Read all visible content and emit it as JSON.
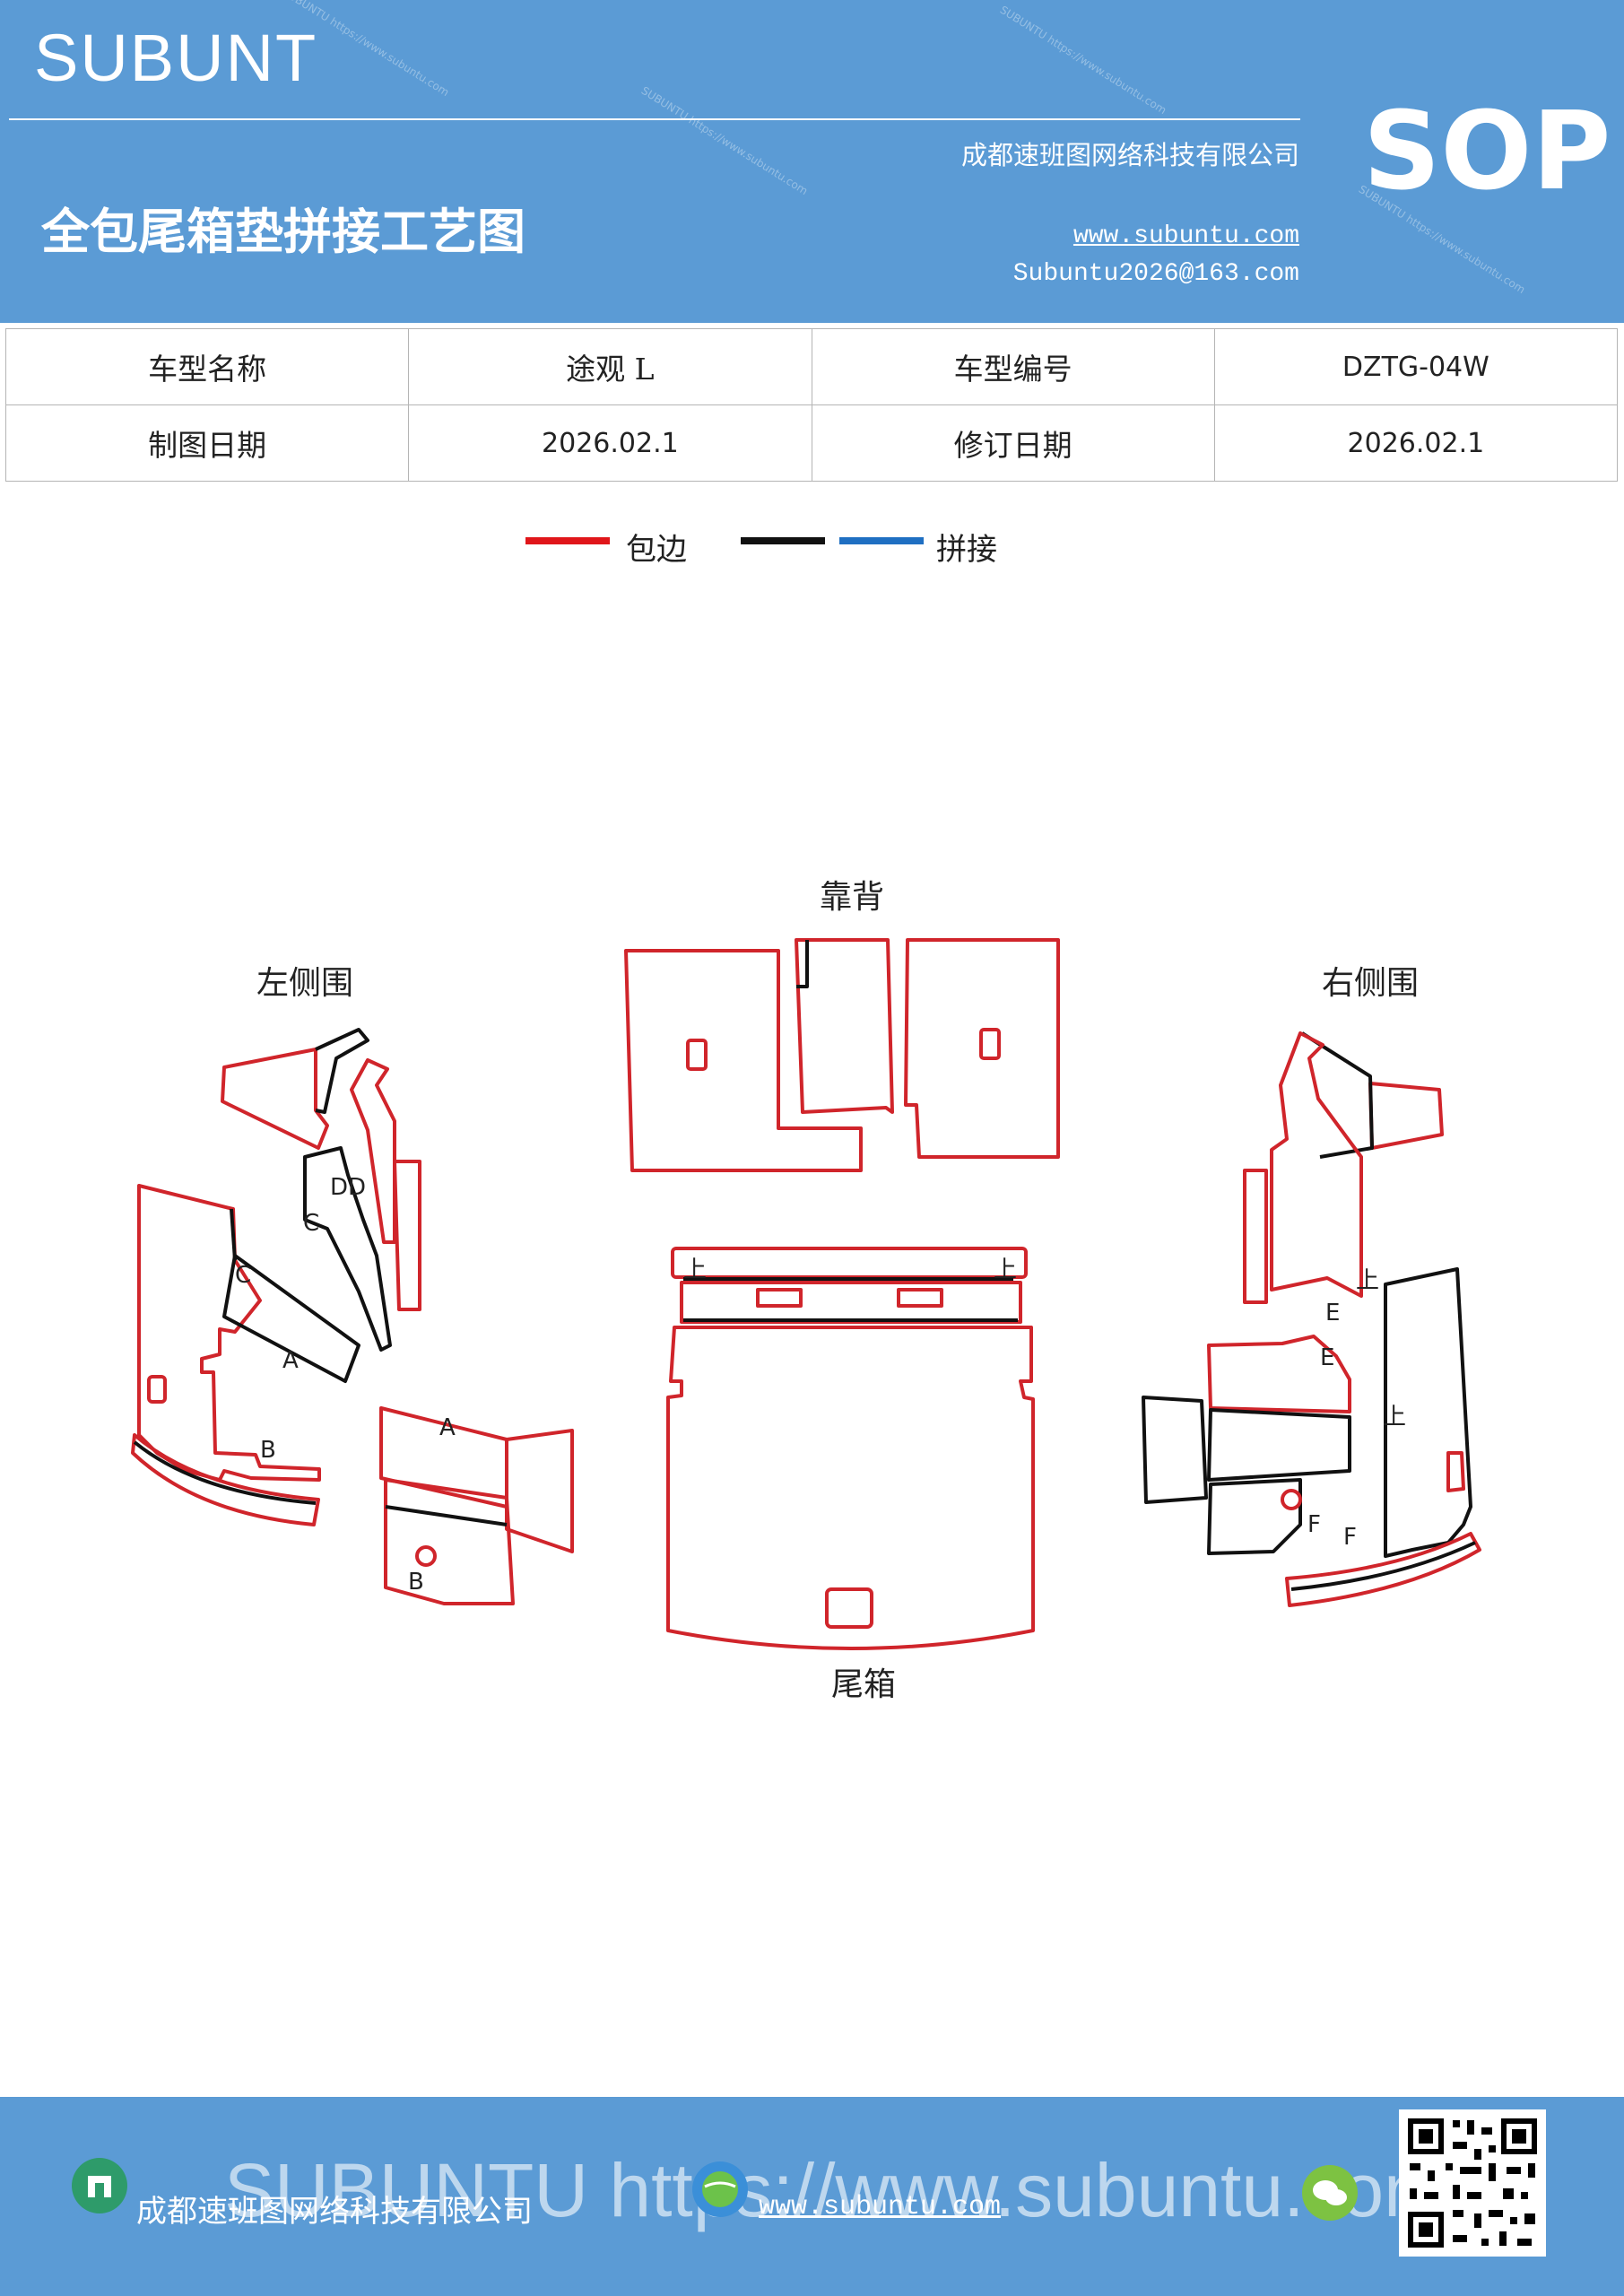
{
  "header": {
    "brand": "SUBUNT",
    "company": "成都速班图网络科技有限公司",
    "title": "全包尾箱垫拼接工艺图",
    "website": "www.subuntu.com",
    "email": "Subuntu2026@163.com",
    "badge": "SOP",
    "bg_color": "#5b9bd5"
  },
  "info_table": {
    "rows": [
      [
        "车型名称",
        "途观 L",
        "车型编号",
        "DZTG-04W"
      ],
      [
        "制图日期",
        "2026.02.1",
        "修订日期",
        "2026.02.1"
      ]
    ]
  },
  "legend": {
    "items": [
      {
        "label": "包边",
        "color": "#e0161a"
      },
      {
        "label": "",
        "color": "#111111"
      },
      {
        "label": "拼接",
        "color": "#1f6fc2"
      }
    ]
  },
  "diagram": {
    "groups": {
      "left": "左侧围",
      "back": "靠背",
      "right": "右侧围",
      "trunk": "尾箱"
    },
    "marks": {
      "a": "A",
      "b": "B",
      "c": "C",
      "d": "D",
      "dd": "DD",
      "e": "E",
      "f": "F",
      "up": "上"
    },
    "edge_color": "#d0252b",
    "seam_color": "#111111"
  },
  "footer": {
    "watermark": "SUBUNTU https://www.subuntu.com",
    "company": "成都速班图网络科技有限公司",
    "website": "www.subuntu.com"
  }
}
